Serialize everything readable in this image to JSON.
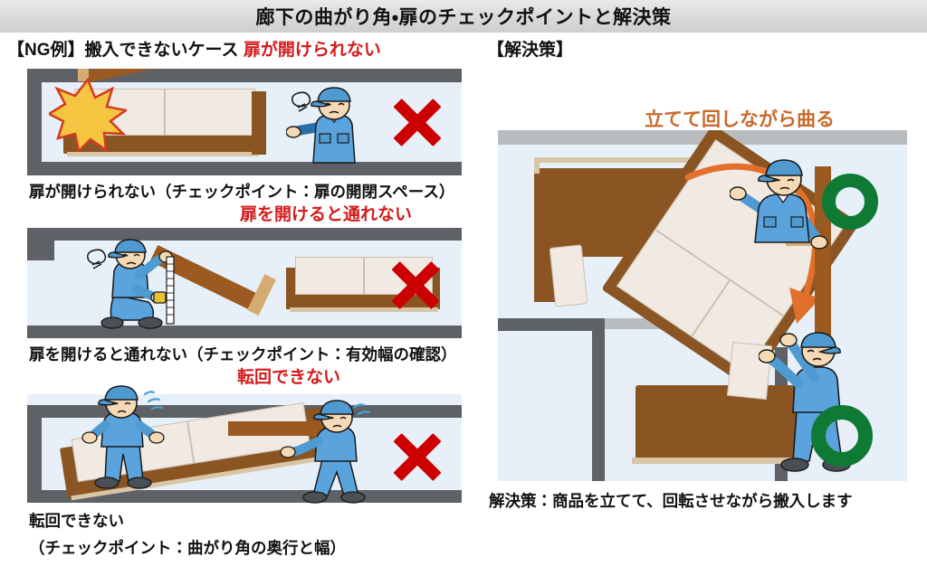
{
  "header": {
    "title": "廊下の曲がり角・扉のチェックポイントと解決策"
  },
  "left_column": {
    "heading_black": "【NG例】搬入できないケース",
    "heading_red": "扉が開けられない",
    "cases": [
      {
        "id": "case-door-cannot-open",
        "caption": "扉が開けられない（チェックポイント：扉の開閉スペース）",
        "overlay_red_label": "扉を開けると通れない",
        "mark": "×",
        "mark_color": "#cc0000",
        "scene_alt": "上から見た廊下：扉がソファにぶつかり開けられない。作業員が指さして困っている。"
      },
      {
        "id": "case-cannot-pass",
        "caption": "扉を開けると通れない（チェックポイント：有効幅の確認）",
        "overlay_red_label": "転回できない",
        "mark": "×",
        "mark_color": "#cc0000",
        "scene_alt": "作業員がメジャーで有効幅を測っている。開いた扉がソファの通路をふさぐ。"
      },
      {
        "id": "case-cannot-turn",
        "caption_line1": "転回できない",
        "caption_line2": "（チェックポイント：曲がり角の奥行と幅）",
        "mark": "×",
        "mark_color": "#cc0000",
        "scene_alt": "二人の作業員が曲がり角でソファを回そうとして転回できない。"
      }
    ]
  },
  "right_column": {
    "heading": "【解決策】",
    "overlay_label": "立てて回しながら曲る",
    "overlay_label_color": "#c9692a",
    "caption": "解決策：商品を立てて、回転させながら搬入します",
    "marks": [
      {
        "id": "ok-mark-top",
        "symbol": "◯",
        "color": "#0f7a34"
      },
      {
        "id": "ok-mark-bottom",
        "symbol": "◯",
        "color": "#0f7a34"
      }
    ],
    "scene_alt": "曲がり角でソファを立てて回転させながら運ぶ作業員二人。オレンジの回転矢印。"
  },
  "palette": {
    "title_bar": "#d9d9d9",
    "wall": "#5e6165",
    "wall_light": "#b9bcbf",
    "room": "#e7f0f8",
    "sofa_frame": "#8a5523",
    "sofa_cushion": "#f0eae3",
    "door": "#9a5a22",
    "uniform": "#4f9ad1",
    "skin": "#f6d9b5",
    "red": "#cc0000",
    "green": "#0f7a34",
    "orange": "#e2702a"
  }
}
